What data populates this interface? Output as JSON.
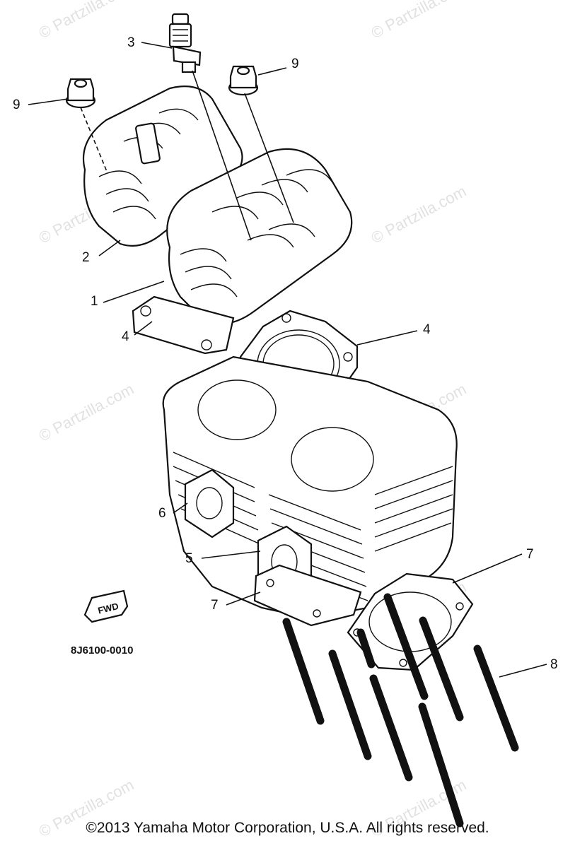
{
  "diagram_code": "8J6100-0010",
  "copyright": "©2013 Yamaha Motor Corporation, U.S.A. All rights reserved.",
  "watermark": "© Partzilla.com",
  "direction_badge": "FWD",
  "callouts": {
    "c1": "1",
    "c2": "2",
    "c3": "3",
    "c4a": "4",
    "c4b": "4",
    "c5": "5",
    "c6": "6",
    "c7a": "7",
    "c7b": "7",
    "c8": "8",
    "c9a": "9",
    "c9b": "9"
  }
}
